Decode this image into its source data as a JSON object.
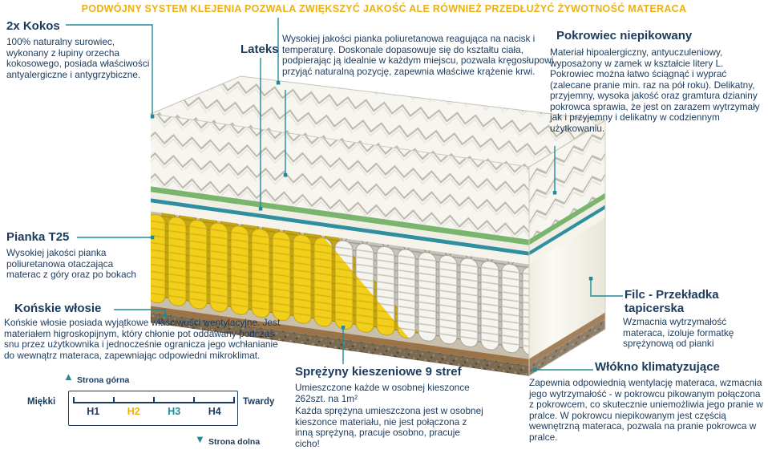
{
  "banner": "PODWÓJNY SYSTEM KLEJENIA POZWALA ZWIĘKSZYĆ JAKOŚĆ ALE RÓWNIEŻ PRZEDŁUŻYĆ ŻYWOTNOŚĆ MATERACA",
  "sections": {
    "kokos": {
      "title": "2x Kokos",
      "body": "100% naturalny surowiec, wykonany z łupiny orzecha kokosowego, posiada właściwości antyalergiczne i antygrzybiczne."
    },
    "memory_foam": {
      "body": "Wysokiej jakości pianka poliuretanowa reagująca na nacisk i temperaturę. Doskonale dopasowuje się do kształtu ciała, podpierając ją idealnie w każdym miejscu, pozwala kręgosłupowi przyjąć naturalną pozycję, zapewnia właściwe krążenie krwi."
    },
    "lateks": {
      "title": "Lateks"
    },
    "cover": {
      "title": "Pokrowiec niepikowany",
      "body": "Materiał hipoalergiczny, antyuczuleniowy, wyposażony w zamek w kształcie litery L. Pokrowiec można łatwo ściągnąć i wyprać (zalecane pranie min. raz na pół roku). Delikatny, przyjemny, wysoka jakość oraz gramtura dzianiny pokrowca sprawia, że jest on zarazem wytrzymały jak i przyjemny i delikatny w codziennym użytkowaniu."
    },
    "pianka_t25": {
      "title": "Pianka T25",
      "body": "Wysokiej jakości pianka poliuretanowa otaczająca materac z góry oraz po bokach"
    },
    "horsehair": {
      "title": "Końskie włosie",
      "body": "Końskie włosie posiada wyjątkowe właściwości wentylacyjne. Jest materiałem higroskopijnym, który chłonie pot oddawany podczas snu przez użytkownika i jednocześnie ogranicza jego wchłanianie do wewnątrz materaca, zapewniając odpowiedni mikroklimat."
    },
    "springs": {
      "title": "Sprężyny kieszeniowe 9 stref",
      "body_intro": "Umieszczone każde w osobnej kieszonce 262szt. na 1m²",
      "body_detail": "Każda sprężyna umieszczona jest w osobnej kieszonce materiału, nie jest połączona z inną sprężyną, pracuje osobno, pracuje cicho!"
    },
    "felt": {
      "title": "Filc - Przekładka tapicerska",
      "body": "Wzmacnia wytrzymałość materaca, izoluje formatkę sprężynową od pianki"
    },
    "climate_fiber": {
      "title": "Włókno klimatyzujące",
      "body": "Zapewnia odpowiednią wentylację materaca, wzmacnia jego wytrzymałość - w pokrowcu pikowanym połączona z pokrowcem, co skutecznie uniemożliwia jego pranie w pralce. W pokrowcu niepikowanym jest częścią wewnętrzną materaca, pozwala na pranie pokrowca w pralce."
    }
  },
  "hardness_scale": {
    "soft": "Miękki",
    "hard": "Twardy",
    "levels": [
      "H1",
      "H2",
      "H3",
      "H4"
    ],
    "level_colors": [
      "#1b3a5c",
      "#eab014",
      "#1f8a99",
      "#1b3a5c"
    ],
    "top_side": "Strona górna",
    "bottom_side": "Strona dolna"
  },
  "colors": {
    "navy_text": "#1b3a5c",
    "banner_gold": "#eab014",
    "callout_teal": "#1f8a99",
    "spring_yellow": "#f2cf1b",
    "kokos_green": "#7ab56e",
    "fiber_teal": "#2f8fa0",
    "felt_brown": "#9a7348"
  }
}
